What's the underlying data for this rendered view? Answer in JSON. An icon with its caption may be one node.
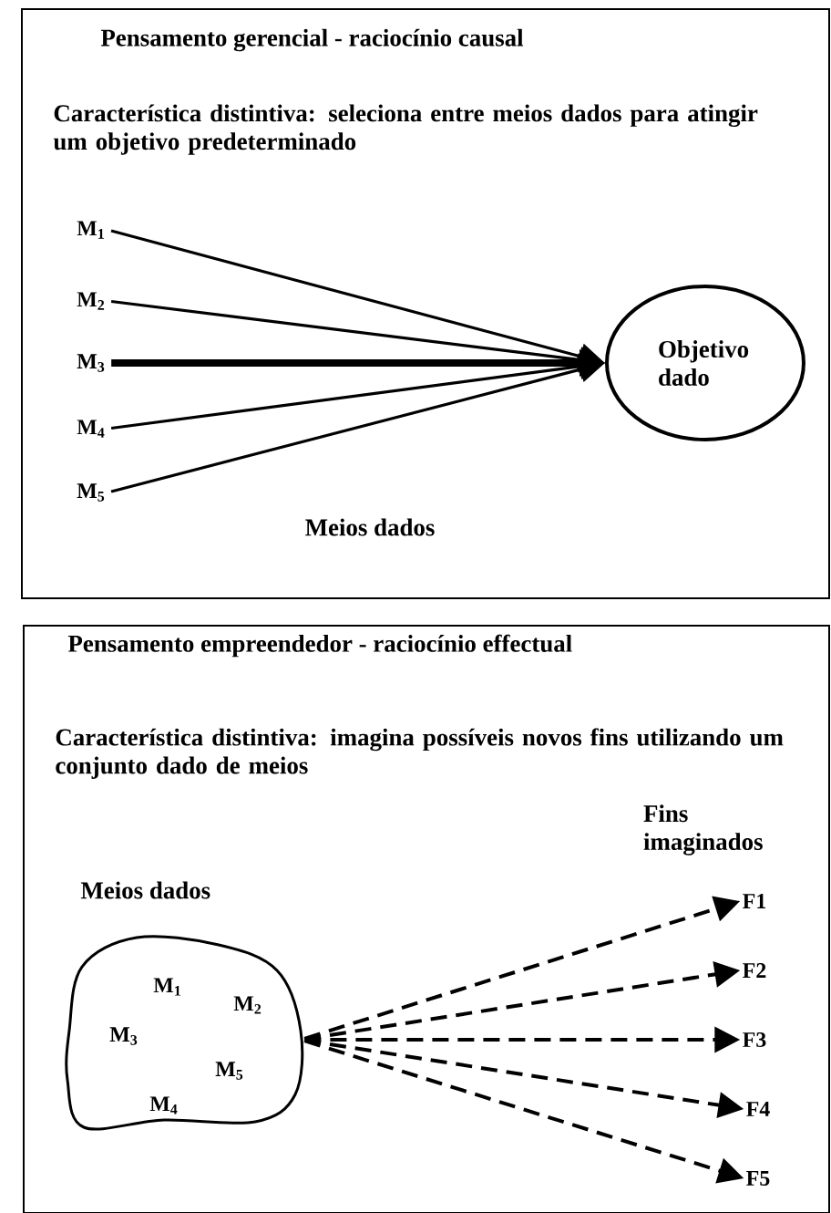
{
  "diagram": {
    "nodes": [
      {
        "text": [
          "Pensamento gerencial - raciocínio causal",
          "Característica distintiva: seleciona entre meios dados para atingir um objetivo predeterminado"
        ]
      },
      {
        "text": [
          "M$_{1}$"
        ],
        "in": 0
      },
      {
        "text": [
          "M$_{2}$"
        ],
        "in": 0
      },
      {
        "text": [
          "M$_{3}$"
        ],
        "in": 0
      },
      {
        "text": [
          "M$_{4}$"
        ],
        "in": 0
      },
      {
        "text": [
          "M$_{5}$"
        ],
        "in": 0
      },
      {
        "text": [
          "Objetivo dado"
        ],
        "in": 0
      },
      {
        "text": [
          "Pensamento empreendedor - raciocínio effectual",
          "Característica distintiva: imagina possíveis novos fins utilizando um conjunto dado de meios"
        ]
      },
      {
        "text": [
          "Meios dados"
        ],
        "in": 7
      },
      {
        "text": [
          "M$_{1}$"
        ],
        "in": 8
      },
      {
        "text": [
          "M$_{2}$"
        ],
        "in": 8
      },
      {
        "text": [
          "M$_{3}$"
        ],
        "in": 8
      },
      {
        "text": [
          "M$_{5}$"
        ],
        "in": 8
      },
      {
        "text": [
          "M$_{4}$"
        ],
        "in": 8
      },
      {
        "text": [
          "F1"
        ],
        "in": 7
      },
      {
        "text": [
          "F2"
        ],
        "in": 7
      },
      {
        "text": [
          "F3"
        ],
        "in": 7
      },
      {
        "text": [
          "F4"
        ],
        "in": 7
      },
      {
        "text": [
          "F5"
        ],
        "in": 7
      }
    ],
    "edges": [
      {
        "from": 1,
        "to": 6,
        "arrow": "to"
      },
      {
        "from": 2,
        "to": 6,
        "arrow": "to"
      },
      {
        "from": 3,
        "to": 6,
        "arrow": "to",
        "style": "thick"
      },
      {
        "from": 4,
        "to": 6,
        "arrow": "to"
      },
      {
        "from": 5,
        "to": 6,
        "arrow": "to"
      },
      {
        "from": 8,
        "to": 14,
        "arrow": "to",
        "style": "dashed"
      },
      {
        "from": 8,
        "to": 15,
        "arrow": "to",
        "style": "dashed"
      },
      {
        "from": 8,
        "to": 16,
        "arrow": "to",
        "style": "dashed"
      },
      {
        "from": 8,
        "to": 17,
        "arrow": "to",
        "style": "dashed"
      },
      {
        "from": 8,
        "to": 18,
        "arrow": "to",
        "style": "dashed"
      }
    ],
    "labels": [
      "Meios dados",
      "Fins imaginados"
    ]
  }
}
